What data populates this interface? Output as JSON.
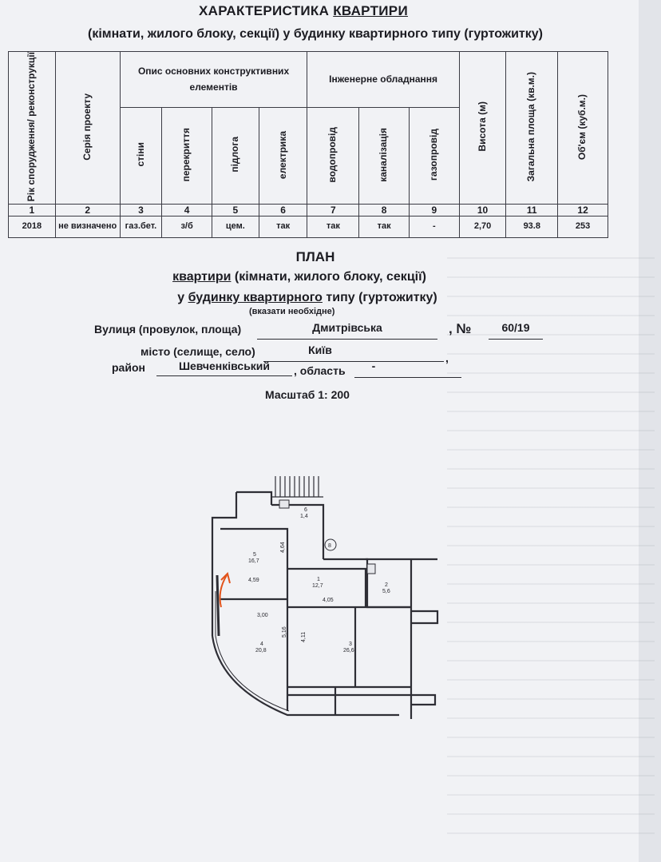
{
  "header": {
    "title_prefix": "ХАРАКТЕРИСТИКА",
    "title_underlined": "КВАРТИРИ",
    "subtitle": "(кімнати, жилого блоку, секції) у будинку квартирного типу (гуртожитку)"
  },
  "table": {
    "col1": "Рік спорудження/ реконструкції",
    "col2": "Серія проекту",
    "group_constructive": "Опис основних конструктивних елементів",
    "group_engineering": "Інженерне обладнання",
    "col3": "стіни",
    "col4": "перекриття",
    "col5": "підлога",
    "col6": "електрика",
    "col7": "водопровід",
    "col8": "каналізація",
    "col9": "газопровід",
    "col10": "Висота (м)",
    "col11": "Загальна площа (кв.м.)",
    "col12": "Об'єм (куб.м.)",
    "numbers": [
      "1",
      "2",
      "3",
      "4",
      "5",
      "6",
      "7",
      "8",
      "9",
      "10",
      "11",
      "12"
    ],
    "values": {
      "year": "2018",
      "series": "не визначено",
      "walls": "газ.бет.",
      "slabs": "з/б",
      "floor": "цем.",
      "electric": "так",
      "water": "так",
      "sewer": "так",
      "gas": "-",
      "height": "2,70",
      "area": "93.8",
      "volume": "253"
    }
  },
  "plan": {
    "title": "ПЛАН",
    "sub1_underlined": "квартири",
    "sub1_rest": " (кімнати, жилого блоку, секції)",
    "sub2_prefix": "у ",
    "sub2_underlined": "будинку квартирного",
    "sub2_rest": " типу (гуртожитку)",
    "hint": "(вказати необхідне)",
    "street_label": "Вулиця (провулок, площа)",
    "street_value": "Дмитрівська",
    "number_label": ", №",
    "number_value": "60/19",
    "city_label": "місто (селище, село)",
    "city_value": "Київ",
    "city_comma": ",",
    "district_label": "район",
    "district_value": "Шевченківський",
    "region_label": ", область",
    "region_value": "-",
    "scale": "Масштаб 1: 200"
  },
  "floorplan": {
    "room5_no": "5",
    "room5_area": "16,7",
    "room6_no": "6",
    "room6_area": "1,4",
    "room1_no": "1",
    "room1_area": "12,7",
    "room2_no": "2",
    "room2_area": "5,6",
    "room3_no": "3",
    "room3_area": "26,6",
    "room4_no": "4",
    "room4_area": "20,8",
    "dim_a": "4,64",
    "dim_b": "4,59",
    "dim_c": "4,05",
    "dim_d": "3,00",
    "dim_e": "5,16",
    "dim_f": "4,11",
    "axis_mark": "8",
    "arrow_color": "#e2541c"
  }
}
